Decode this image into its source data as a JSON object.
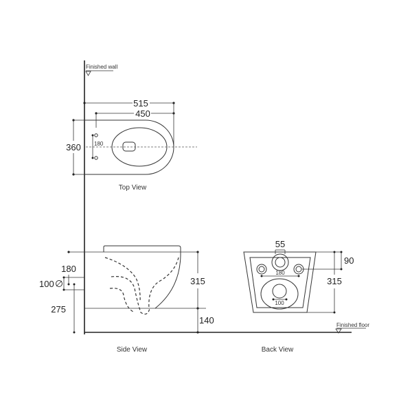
{
  "drawing": {
    "references": {
      "finished_wall": "Finished wall",
      "finished_floor": "Finished floor"
    },
    "views": {
      "top": {
        "title": "Top View",
        "dims": {
          "overall_length": "515",
          "bowl_length": "450",
          "width": "360",
          "bolt_spacing": "180"
        }
      },
      "side": {
        "title": "Side View",
        "dims": {
          "bolt_height": "180",
          "outlet_diameter": "100",
          "outlet_height": "275",
          "bowl_height": "315",
          "floor_clearance": "140"
        },
        "diameter_symbol": "⌀"
      },
      "back": {
        "title": "Back View",
        "dims": {
          "inlet_width": "55",
          "bolt_spacing": "180",
          "outlet_width": "100",
          "inlet_height": "90",
          "height": "315"
        }
      }
    },
    "colors": {
      "line": "#333333",
      "background": "#ffffff"
    }
  }
}
